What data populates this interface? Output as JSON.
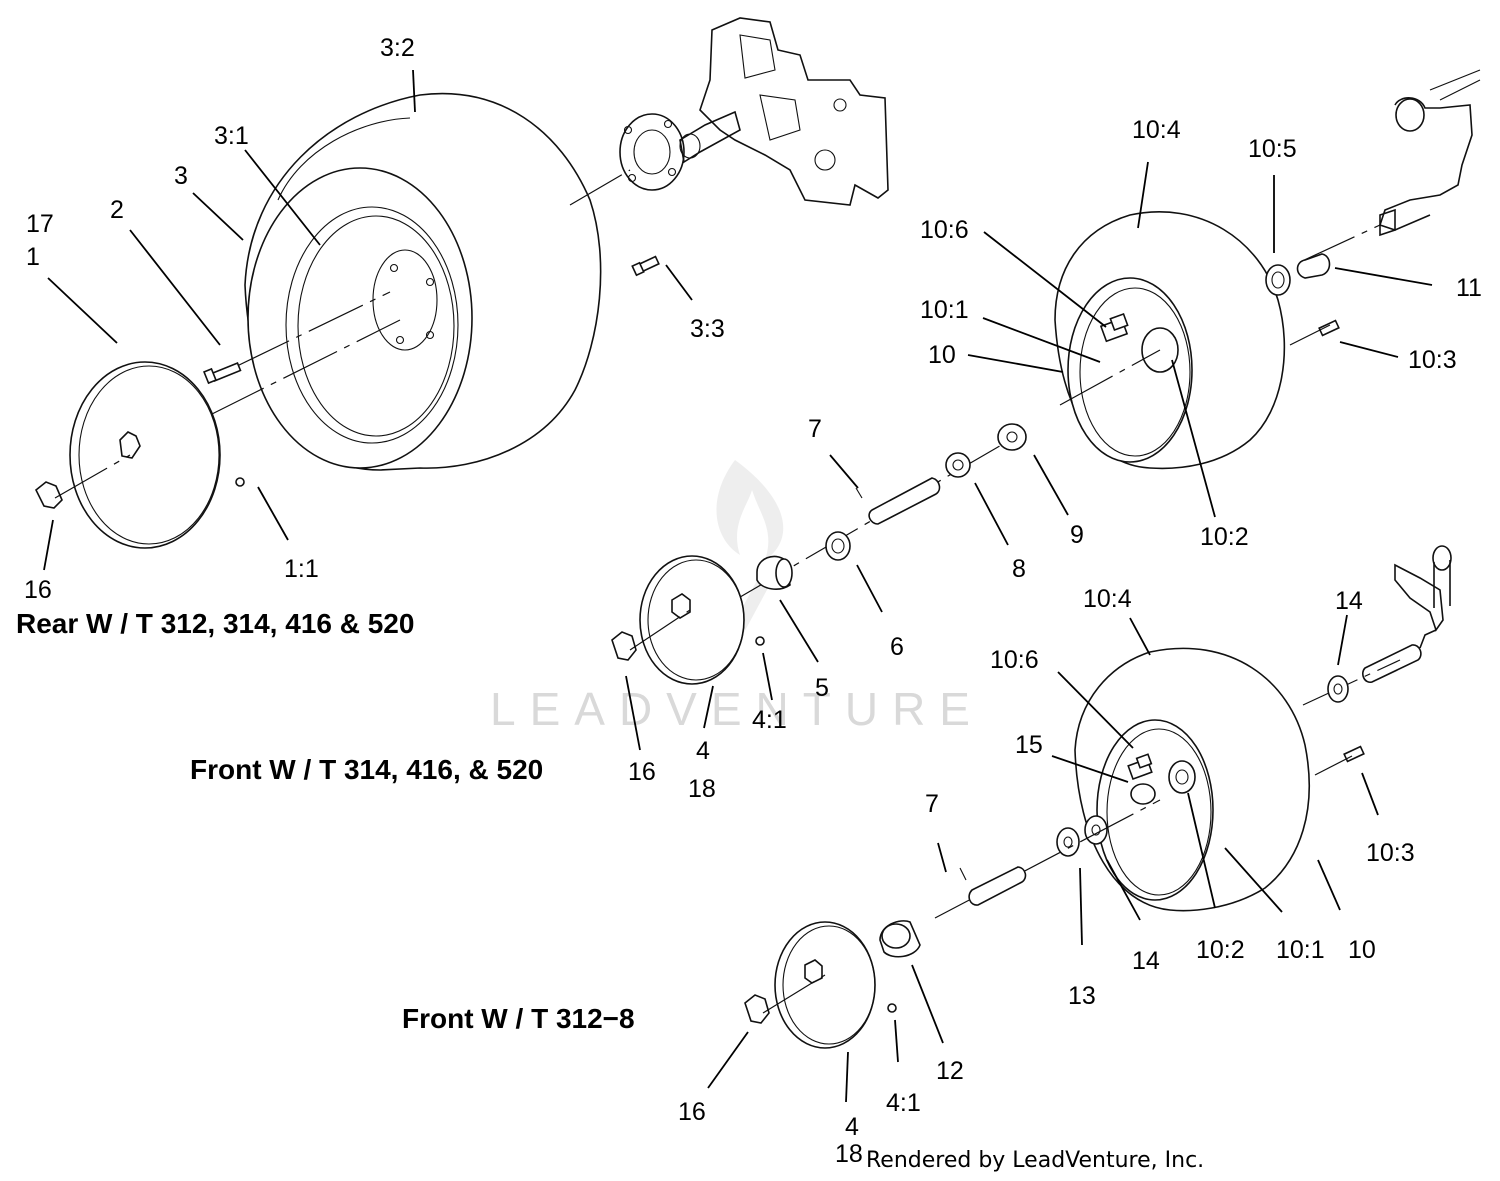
{
  "diagram": {
    "watermark": "LEADVENTURE",
    "credit": "Rendered by LeadVenture, Inc.",
    "captions": {
      "rear": "Rear W / T 312, 314, 416 & 520",
      "front_a": "Front W / T 314, 416, & 520",
      "front_b": "Front W / T 312−8"
    },
    "labels": {
      "l3_2": "3:2",
      "l3_1": "3:1",
      "l3": "3",
      "l17": "17",
      "l1": "1",
      "l2": "2",
      "l3_3": "3:3",
      "l16a": "16",
      "l1_1": "1:1",
      "l10_4a": "10:4",
      "l10_5": "10:5",
      "l10_6a": "10:6",
      "l10_1a": "10:1",
      "l10a": "10",
      "l11": "11",
      "l10_3a": "10:3",
      "l10_2a": "10:2",
      "l7a": "7",
      "l9": "9",
      "l8": "8",
      "l6": "6",
      "l5": "5",
      "l4_1a": "4:1",
      "l4a": "4",
      "l18a": "18",
      "l16b": "16",
      "l10_4b": "10:4",
      "l14a": "14",
      "l10_6b": "10:6",
      "l15": "15",
      "l10_3b": "10:3",
      "l7b": "7",
      "l13": "13",
      "l14b": "14",
      "l10_2b": "10:2",
      "l10_1b": "10:1",
      "l10b": "10",
      "l12": "12",
      "l16c": "16",
      "l4_1b": "4:1",
      "l4b": "4",
      "l18b": "18"
    }
  }
}
